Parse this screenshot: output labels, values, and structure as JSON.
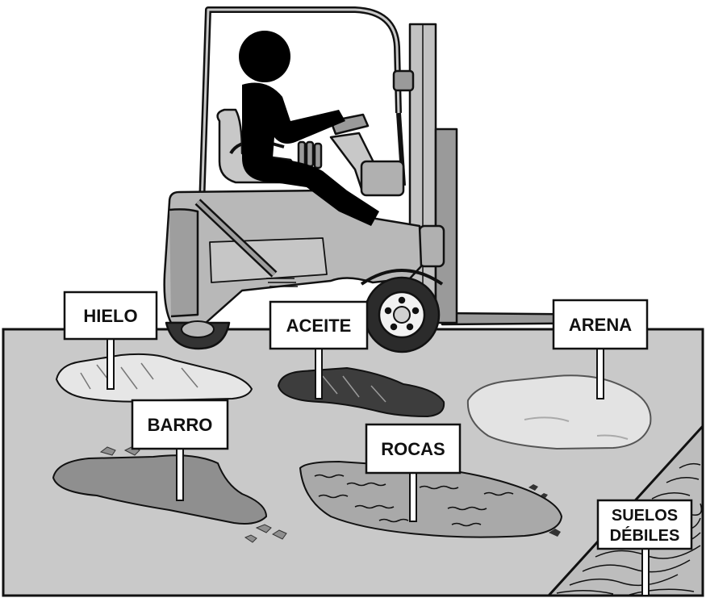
{
  "signs": {
    "hielo": "HIELO",
    "aceite": "ACEITE",
    "arena": "ARENA",
    "barro": "BARRO",
    "rocas": "ROCAS",
    "suelos_line1": "SUELOS",
    "suelos_line2": "DÉBILES"
  },
  "colors": {
    "ground": "#c9c9c9",
    "outline": "#111111",
    "ice": "#e6e6e6",
    "oil": "#3d3d3d",
    "sand": "#e3e3e3",
    "mud": "#8f8f8f",
    "rocks": "#a9a9a9",
    "forklift_body": "#b8b8b8",
    "operator": "#000000"
  }
}
